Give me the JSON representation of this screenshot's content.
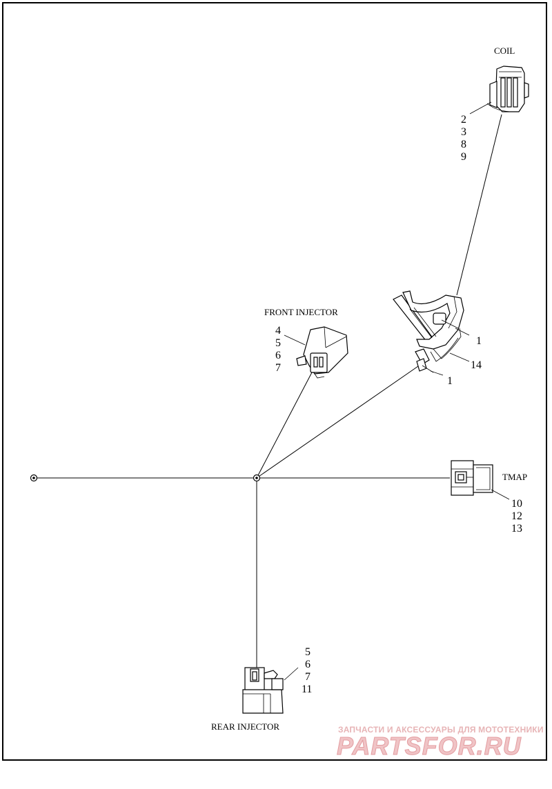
{
  "connectors": {
    "coil": {
      "label": "COIL",
      "callouts": [
        "2",
        "3",
        "8",
        "9"
      ]
    },
    "front_injector": {
      "label": "FRONT INJECTOR",
      "callouts": [
        "4",
        "5",
        "6",
        "7"
      ]
    },
    "tmap": {
      "label": "TMAP",
      "callouts": [
        "10",
        "12",
        "13"
      ]
    },
    "rear_injector": {
      "label": "REAR INJECTOR",
      "callouts": [
        "5",
        "6",
        "7",
        "11"
      ]
    }
  },
  "bracket": {
    "callouts": [
      "1",
      "14",
      "1"
    ]
  },
  "watermark": {
    "line1": "ЗАПЧАСТИ И АКСЕССУАРЫ ДЛЯ МОТОТЕХНИКИ",
    "line2": "PARTSFOR.RU"
  }
}
